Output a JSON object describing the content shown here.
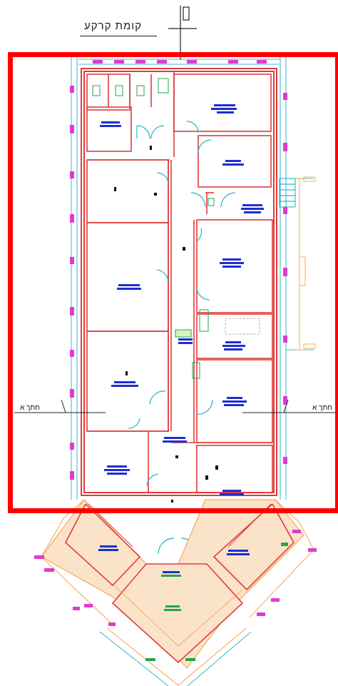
{
  "drawing": {
    "floor_title": "קומת קרקע",
    "section_mark_left": "חתך א",
    "section_mark_right": "חתך א"
  },
  "colors": {
    "wall": "#e23b3b",
    "dimension": "#00a7c8",
    "door": "#23b3c8",
    "label": "#1d2fcf",
    "tag": "#e03ad0",
    "fixture": "#1fa84a",
    "annex_fill": "#fbe3c9",
    "annex_line": "#f39a40",
    "highlight": "#ff0000",
    "ink": "#222222"
  },
  "icons": [
    "north-arrow-icon",
    "door-swing-icon",
    "toilet-icon",
    "stair-icon"
  ]
}
